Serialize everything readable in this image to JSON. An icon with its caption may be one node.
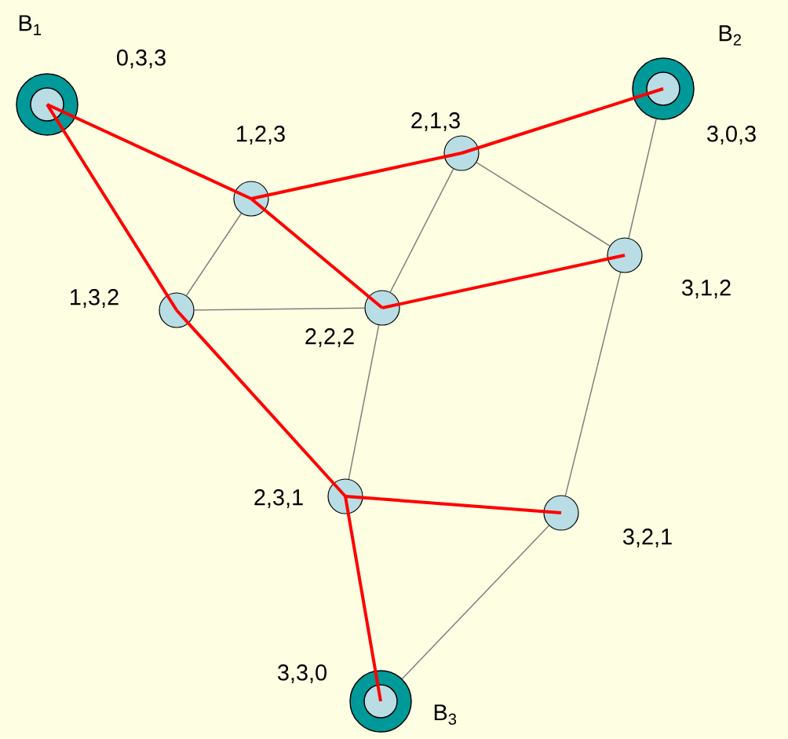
{
  "diagram": {
    "nodes": [
      {
        "text": [],
        "shape": "ring",
        "beside": [
          "B$_{1}$",
          "0,3,3"
        ]
      },
      {
        "text": [],
        "shape": "ring",
        "beside": [
          "B$_{2}$",
          "3,0,3"
        ]
      },
      {
        "text": [],
        "shape": "circle",
        "beside": [
          "1,2,3"
        ]
      },
      {
        "text": [],
        "shape": "circle",
        "beside": [
          "2,1,3"
        ]
      },
      {
        "text": [],
        "shape": "circle",
        "beside": [
          "3,1,2"
        ]
      },
      {
        "text": [],
        "shape": "circle",
        "beside": [
          "1,3,2"
        ]
      },
      {
        "text": [],
        "shape": "circle",
        "beside": [
          "2,2,2"
        ]
      },
      {
        "text": [],
        "shape": "circle",
        "beside": [
          "2,3,1"
        ]
      },
      {
        "text": [],
        "shape": "circle",
        "beside": [
          "3,2,1"
        ]
      },
      {
        "text": [],
        "shape": "ring",
        "beside": [
          "3,3,0",
          "B$_{3}$"
        ]
      }
    ],
    "edges": [
      {
        "from": 2,
        "to": 5,
        "arrow": "none",
        "color": "#808080"
      },
      {
        "from": 5,
        "to": 6,
        "arrow": "none",
        "color": "#808080"
      },
      {
        "from": 6,
        "to": 3,
        "arrow": "none",
        "color": "#808080"
      },
      {
        "from": 3,
        "to": 4,
        "arrow": "none",
        "color": "#808080"
      },
      {
        "from": 4,
        "to": 1,
        "arrow": "none",
        "color": "#808080"
      },
      {
        "from": 6,
        "to": 7,
        "arrow": "none",
        "color": "#808080"
      },
      {
        "from": 4,
        "to": 8,
        "arrow": "none",
        "color": "#808080"
      },
      {
        "from": 8,
        "to": 9,
        "arrow": "none",
        "color": "#808080"
      },
      {
        "from": 0,
        "to": 2,
        "arrow": "none"
      },
      {
        "from": 2,
        "to": 3,
        "arrow": "none"
      },
      {
        "from": 3,
        "to": 1,
        "arrow": "none"
      },
      {
        "from": 2,
        "to": 6,
        "arrow": "none"
      },
      {
        "from": 6,
        "to": 4,
        "arrow": "none"
      },
      {
        "from": 0,
        "to": 5,
        "arrow": "none"
      },
      {
        "from": 5,
        "to": 7,
        "arrow": "none"
      },
      {
        "from": 7,
        "to": 8,
        "arrow": "none"
      },
      {
        "from": 7,
        "to": 9,
        "arrow": "none"
      }
    ]
  }
}
